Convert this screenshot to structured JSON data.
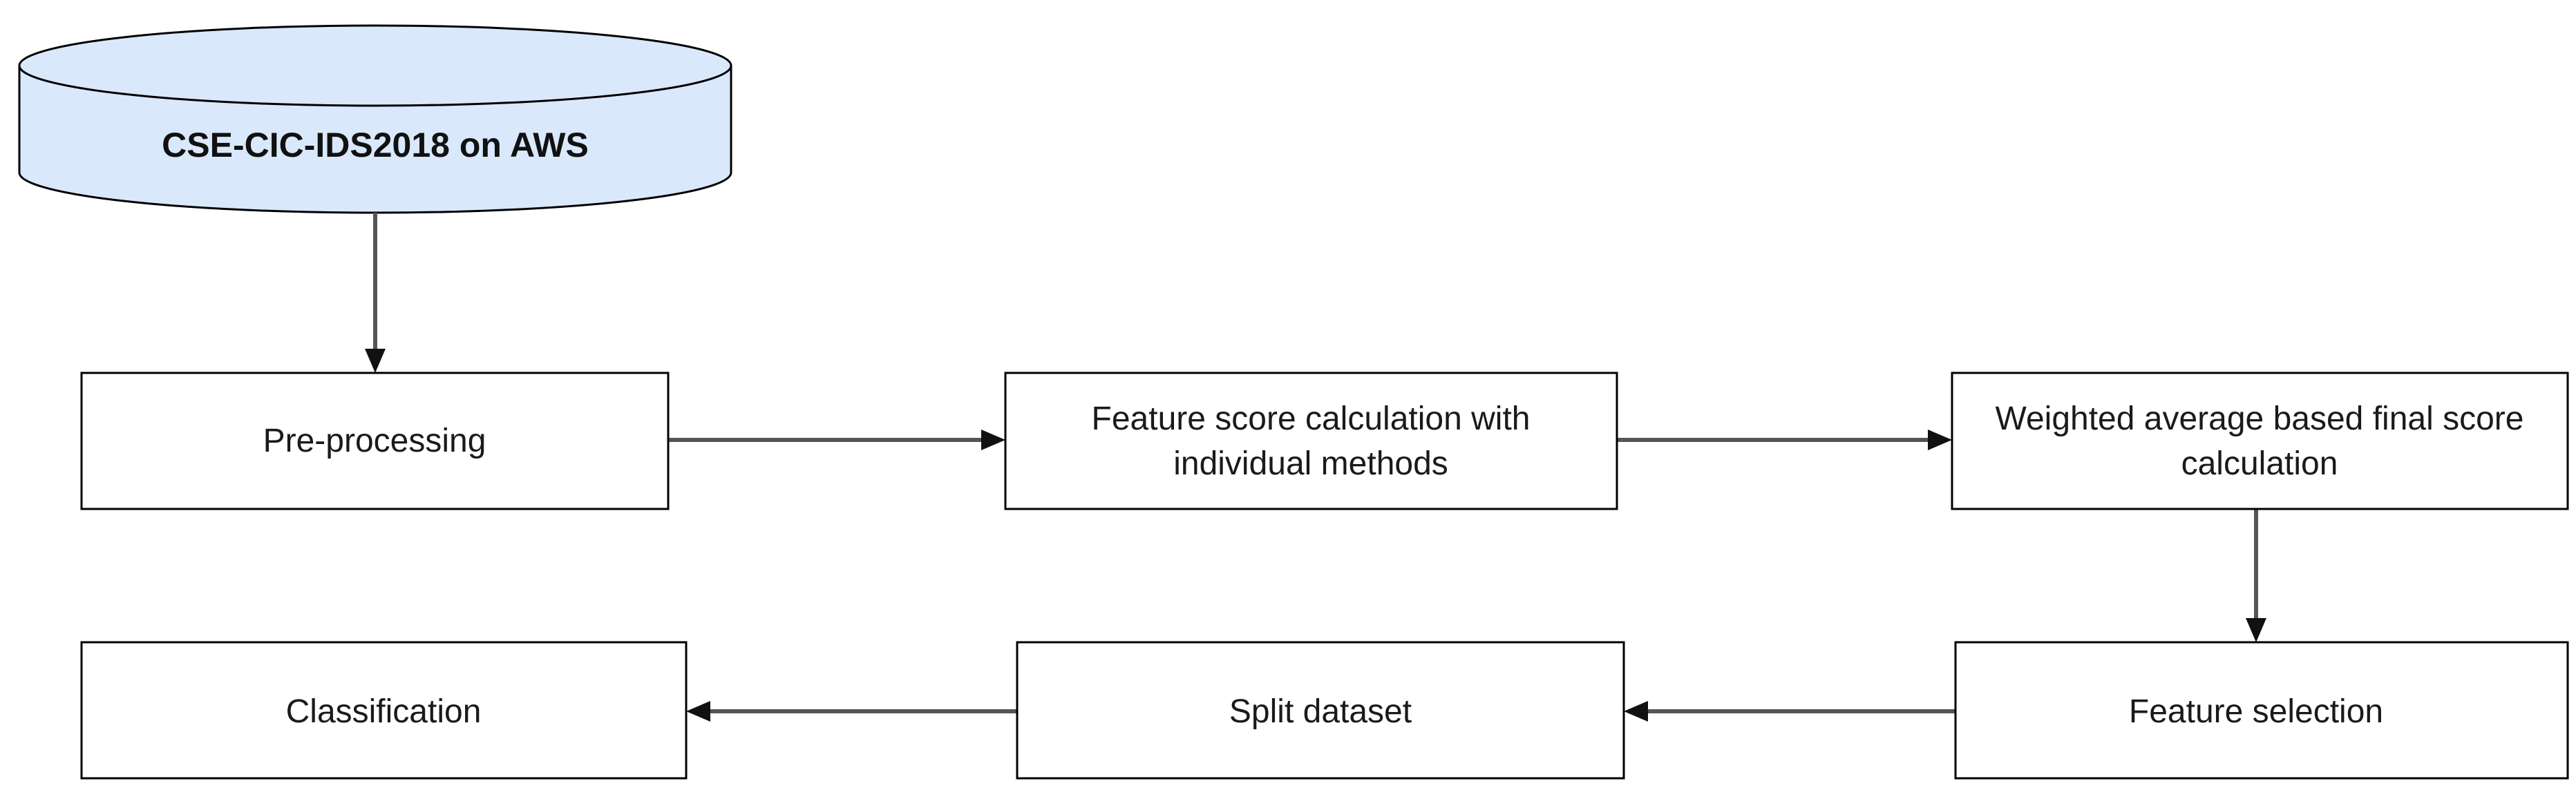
{
  "database": {
    "label": "CSE-CIC-IDS2018 on AWS",
    "fill": "#dae8fc",
    "stroke": "#6c8ebf"
  },
  "nodes": {
    "preprocessing": "Pre-processing",
    "feature_score_line1": "Feature score calculation with",
    "feature_score_line2": "individual methods",
    "weighted_line1": "Weighted average based final score",
    "weighted_line2": "calculation",
    "feature_selection": "Feature selection",
    "split_dataset": "Split dataset",
    "classification": "Classification"
  }
}
